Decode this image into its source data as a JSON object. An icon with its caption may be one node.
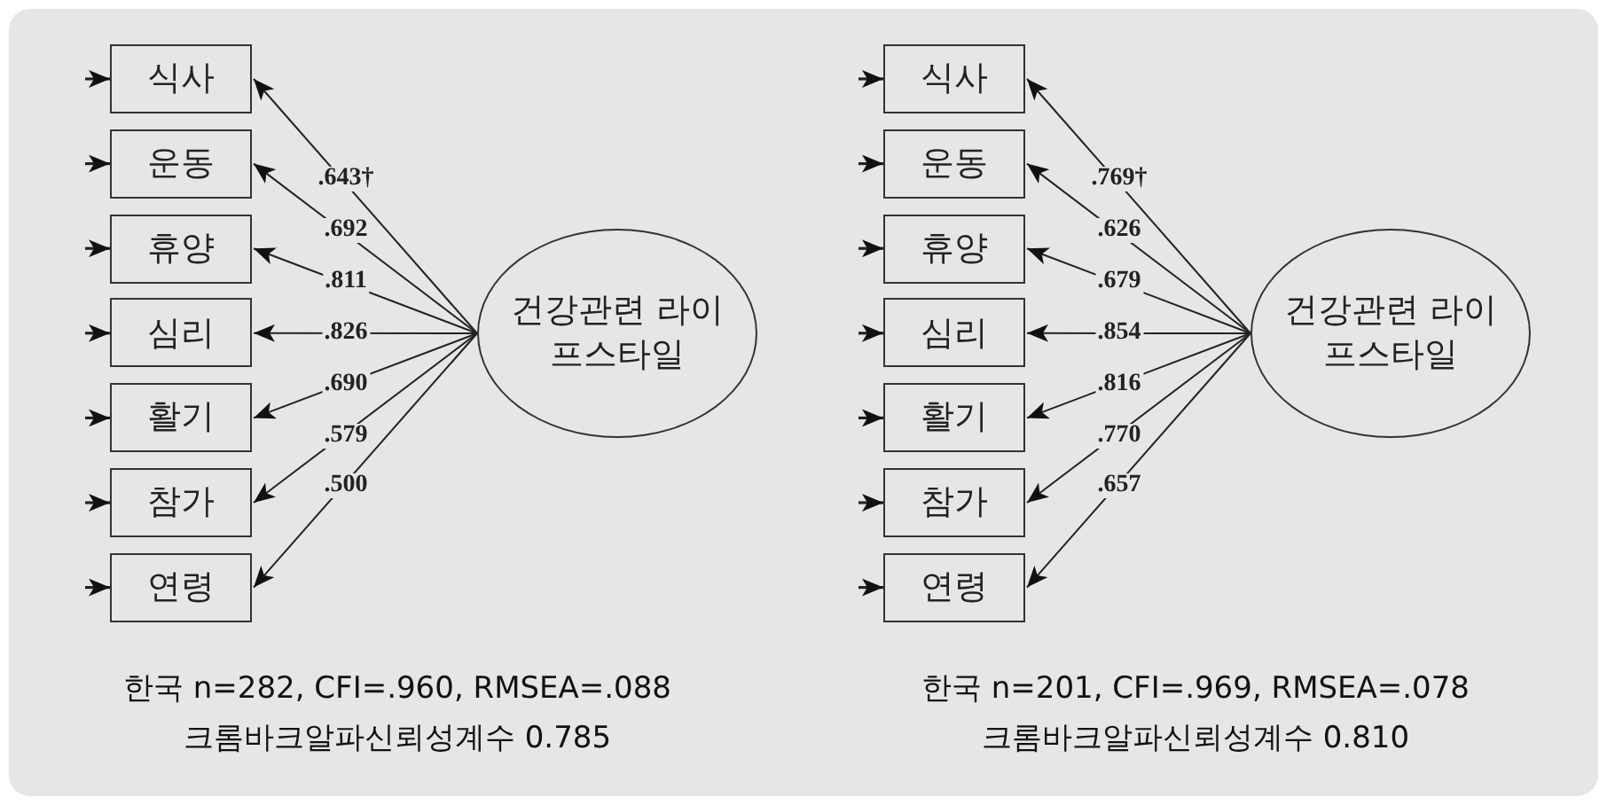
{
  "diagram": {
    "nodes": [
      {
        "text": [
          "식사"
        ]
      },
      {
        "text": [
          "운동"
        ]
      },
      {
        "text": [
          "휴양"
        ]
      },
      {
        "text": [
          "심리"
        ]
      },
      {
        "text": [
          "활기"
        ]
      },
      {
        "text": [
          "참가"
        ]
      },
      {
        "text": [
          "연령"
        ]
      },
      {
        "text": [
          "건강관련 라이프스타일"
        ]
      },
      {
        "text": [
          "식사"
        ]
      },
      {
        "text": [
          "운동"
        ]
      },
      {
        "text": [
          "휴양"
        ]
      },
      {
        "text": [
          "심리"
        ]
      },
      {
        "text": [
          "활기"
        ]
      },
      {
        "text": [
          "참가"
        ]
      },
      {
        "text": [
          "연령"
        ]
      },
      {
        "text": [
          "건강관련 라이프스타일"
        ]
      }
    ],
    "edges": [
      {
        "from": null,
        "to": 0,
        "arrow": "to"
      },
      {
        "from": null,
        "to": 1,
        "arrow": "to"
      },
      {
        "from": null,
        "to": 2,
        "arrow": "to"
      },
      {
        "from": null,
        "to": 3,
        "arrow": "to"
      },
      {
        "from": null,
        "to": 4,
        "arrow": "to"
      },
      {
        "from": null,
        "to": 5,
        "arrow": "to"
      },
      {
        "from": null,
        "to": 6,
        "arrow": "to"
      },
      {
        "from": 7,
        "to": 0,
        "arrow": "to",
        "label": ".643†"
      },
      {
        "from": 7,
        "to": 1,
        "arrow": "to",
        "label": ".692"
      },
      {
        "from": 7,
        "to": 2,
        "arrow": "to",
        "label": ".811"
      },
      {
        "from": 7,
        "to": 3,
        "arrow": "to",
        "label": ".826"
      },
      {
        "from": 7,
        "to": 4,
        "arrow": "to",
        "label": ".690"
      },
      {
        "from": 7,
        "to": 5,
        "arrow": "to",
        "label": ".579"
      },
      {
        "from": 7,
        "to": 6,
        "arrow": "to",
        "label": ".500"
      },
      {
        "from": null,
        "to": 8,
        "arrow": "to"
      },
      {
        "from": null,
        "to": 9,
        "arrow": "to"
      },
      {
        "from": null,
        "to": 10,
        "arrow": "to"
      },
      {
        "from": null,
        "to": 11,
        "arrow": "to"
      },
      {
        "from": null,
        "to": 12,
        "arrow": "to"
      },
      {
        "from": null,
        "to": 13,
        "arrow": "to"
      },
      {
        "from": null,
        "to": 14,
        "arrow": "to"
      },
      {
        "from": 15,
        "to": 8,
        "arrow": "to",
        "label": ".769†"
      },
      {
        "from": 15,
        "to": 9,
        "arrow": "to",
        "label": ".626"
      },
      {
        "from": 15,
        "to": 10,
        "arrow": "to",
        "label": ".679"
      },
      {
        "from": 15,
        "to": 11,
        "arrow": "to",
        "label": ".854"
      },
      {
        "from": 15,
        "to": 12,
        "arrow": "to",
        "label": ".816"
      },
      {
        "from": 15,
        "to": 13,
        "arrow": "to",
        "label": ".770"
      },
      {
        "from": 15,
        "to": 14,
        "arrow": "to",
        "label": ".657"
      }
    ],
    "labels": [
      "한국 n=282, CFI=.960, RMSEA=.088",
      "크롬바크알파신뢰성계수 0.785",
      "한국 n=201, CFI=.969, RMSEA=.078",
      "크롬바크알파신뢰성계수 0.810"
    ]
  }
}
